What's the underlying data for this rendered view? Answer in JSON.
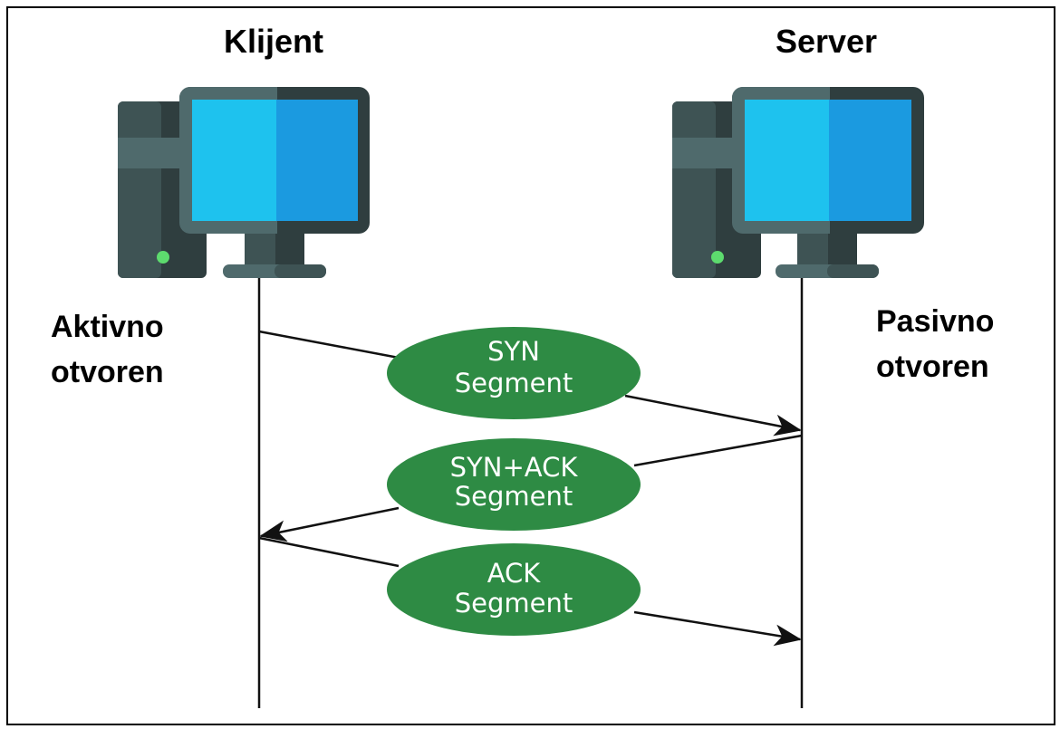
{
  "client": {
    "title": "Klijent",
    "state_line1": "Aktivno",
    "state_line2": "otvoren"
  },
  "server": {
    "title": "Server",
    "state_line1": "Pasivno",
    "state_line2": "otvoren"
  },
  "messages": [
    {
      "line1": "SYN",
      "line2": "Segment",
      "direction": "client-to-server"
    },
    {
      "line1": "SYN+ACK",
      "line2": "Segment",
      "direction": "server-to-client"
    },
    {
      "line1": "ACK",
      "line2": "Segment",
      "direction": "client-to-server"
    }
  ],
  "colors": {
    "message_bubble": "#2E8B44",
    "screen_left": "#1EC2EE",
    "screen_right": "#1B9AE0",
    "case_dark": "#2F3E3F",
    "case_mid": "#3E5354",
    "case_light": "#4F6A6C",
    "power_led": "#5DDB6E"
  },
  "icons": {
    "client_computer": "desktop-computer-icon",
    "server_computer": "desktop-computer-icon"
  }
}
